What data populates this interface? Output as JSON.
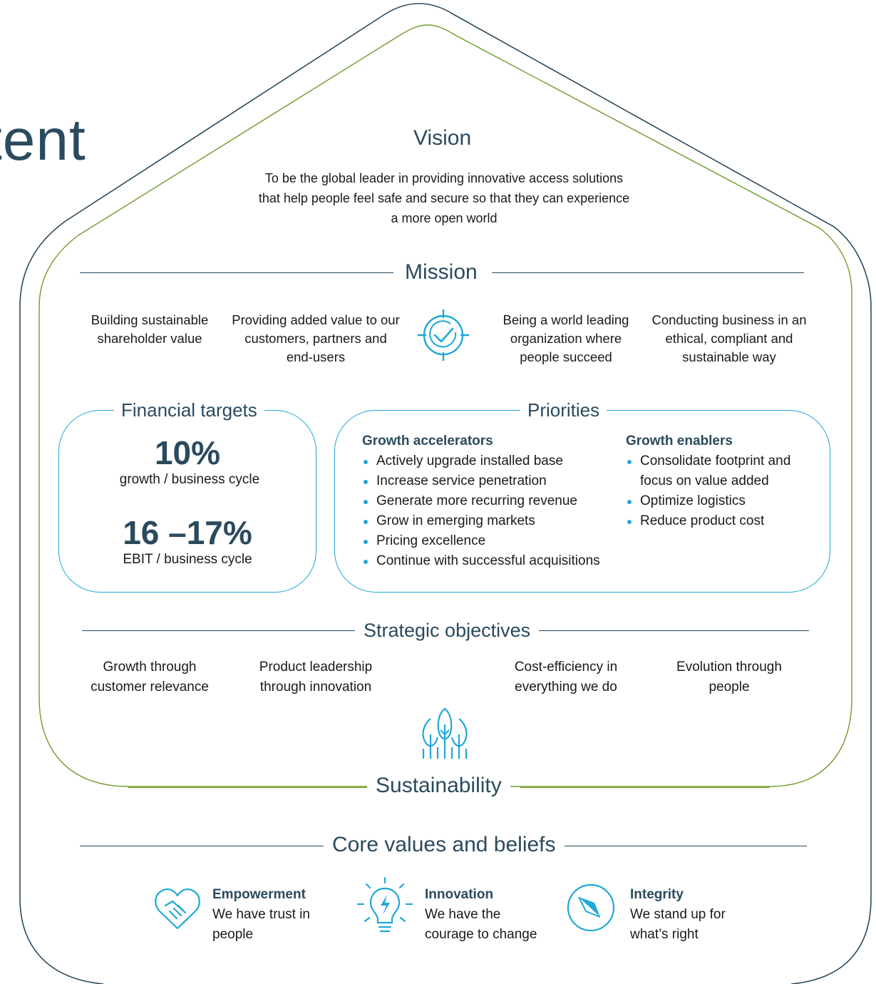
{
  "page_word": "tent",
  "vision": {
    "heading": "Vision",
    "text": "To be the global leader in providing innovative access solutions that help people feel safe and secure so that they can experience a more open world"
  },
  "mission": {
    "heading": "Mission",
    "items": [
      "Building sustainable shareholder value",
      "Providing added value to our customers, partners and end-users",
      "Being a world leading organization where people succeed",
      "Conducting business in an ethical, compliant and sustainable way"
    ],
    "icon": "target-check-icon"
  },
  "financial_targets": {
    "heading": "Financial targets",
    "targets": [
      {
        "value": "10%",
        "label": "growth / business cycle"
      },
      {
        "value": "16 –17%",
        "label": "EBIT / business cycle"
      }
    ]
  },
  "priorities": {
    "heading": "Priorities",
    "accelerators": {
      "heading": "Growth accelerators",
      "items": [
        "Actively upgrade installed base",
        "Increase service penetration",
        "Generate more recurring revenue",
        "Grow in emerging markets",
        "Pricing excellence",
        "Continue with successful acquisitions"
      ]
    },
    "enablers": {
      "heading": "Growth enablers",
      "items": [
        "Consolidate footprint and focus on value added",
        "Optimize logistics",
        "Reduce product cost"
      ]
    }
  },
  "strategic_objectives": {
    "heading": "Strategic objectives",
    "items": [
      "Growth through customer relevance",
      "Product leadership through innovation",
      "Cost-efficiency in everything we do",
      "Evolution through people"
    ]
  },
  "sustainability": {
    "heading": "Sustainability",
    "icon": "trees-icon"
  },
  "core_values": {
    "heading": "Core values and beliefs",
    "values": [
      {
        "name": "Empowerment",
        "description": "We have trust in people",
        "icon": "handshake-heart-icon"
      },
      {
        "name": "Innovation",
        "description": "We have the courage to change",
        "icon": "lightbulb-icon"
      },
      {
        "name": "Integrity",
        "description": "We stand up for what’s right",
        "icon": "compass-icon"
      }
    ]
  },
  "colors": {
    "navy": "#2b4a5e",
    "green": "#6f9a2c",
    "blue": "#1fa8d6"
  }
}
